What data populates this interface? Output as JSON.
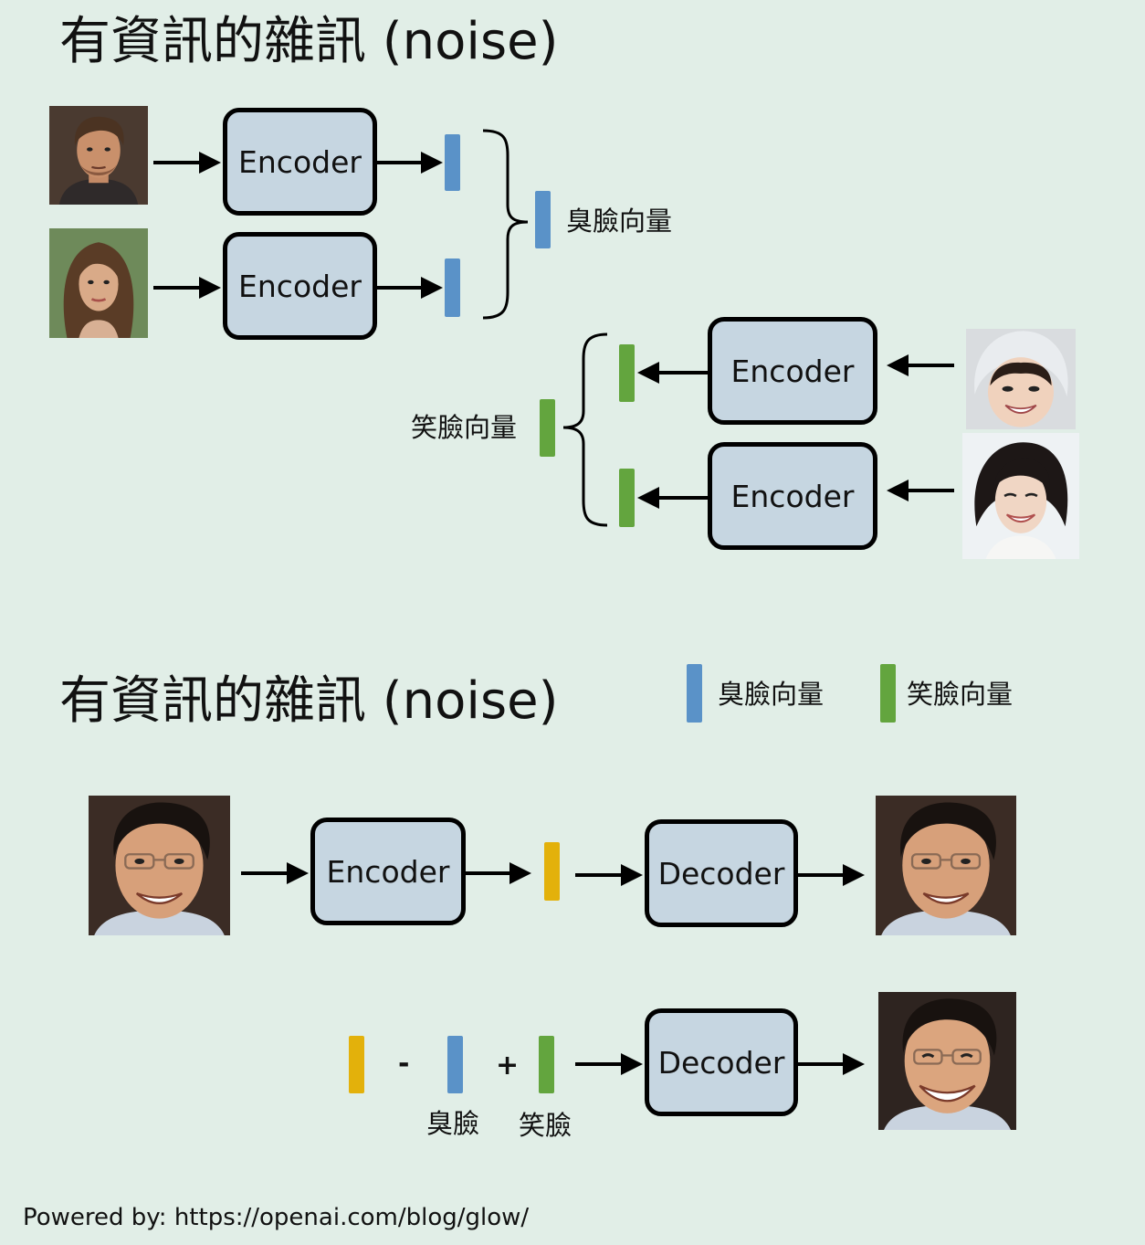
{
  "section_top": {
    "title": "有資訊的雜訊 (noise)"
  },
  "section_bottom": {
    "title": "有資訊的雜訊 (noise)"
  },
  "labels": {
    "encoder": "Encoder",
    "decoder": "Decoder",
    "sad_vector": "臭臉向量",
    "smile_vector": "笑臉向量",
    "sad_short": "臭臉",
    "smile_short": "笑臉",
    "minus": "-",
    "plus": "+"
  },
  "legend": {
    "sad": "臭臉向量",
    "smile": "笑臉向量"
  },
  "colors": {
    "sad_vector": "#5a92c8",
    "smile_vector": "#63a53e",
    "code_vector": "#e3b10b",
    "box_fill": "#c6d6e1",
    "background": "#e1eee7"
  },
  "footer": {
    "text": "Powered by: https://openai.com/blog/glow/"
  }
}
